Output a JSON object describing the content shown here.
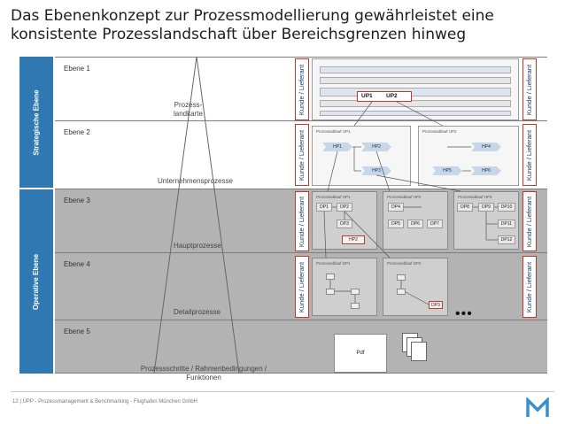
{
  "title": {
    "line1": "Das Ebenenkonzept zur Prozessmodellierung gewährleistet eine",
    "line2": "konsistente Prozesslandschaft über Bereichsgrenzen hinweg"
  },
  "sidebar": {
    "strategic": "Strategische Ebene",
    "operative": "Operative Ebene",
    "color": "#2f78b2"
  },
  "levels": [
    {
      "label": "Ebene 1"
    },
    {
      "label": "Ebene 2"
    },
    {
      "label": "Ebene 3"
    },
    {
      "label": "Ebene 4"
    },
    {
      "label": "Ebene 5"
    }
  ],
  "pyramid_labels": {
    "prozesslandkarte_1": "Prozess-",
    "prozesslandkarte_2": "landkarte",
    "unternehmensprozesse": "Unternehmensprozesse",
    "hauptprozesse": "Hauptprozesse",
    "detailprozesse": "Detailprozesse",
    "prozessschritte_1": "Prozessschritte / Rahmenbedingungen /",
    "prozessschritte_2": "Funktionen"
  },
  "kunde_lieferant": "Kunde / Lieferant",
  "level1": {
    "up1": "UP1",
    "up2": "UP2"
  },
  "level2": {
    "panel1_title": "Prozessablauf UP1",
    "panel2_title": "Prozessablauf UP2",
    "hp1": "HP1",
    "hp2": "HP2",
    "hp3": "HP3",
    "hp4": "HP4",
    "hp5": "HP5",
    "hp6": "HP6"
  },
  "level3": {
    "panel1_title": "Prozessablauf HP1",
    "panel2_title": "Prozessablauf HP2",
    "panel3_title": "Prozessablauf HP3",
    "dp1": "DP1",
    "dp2": "DP2",
    "dp3": "DP3",
    "hp2_ref": "HP2",
    "dp4": "DP4",
    "dp5": "DP5",
    "dp6": "DP6",
    "dp7": "DP7",
    "dp8": "DP8",
    "dp9": "DP9",
    "dp10": "DP10",
    "dp11": "DP11",
    "dp12": "DP12"
  },
  "level4": {
    "panel1_title": "Prozessablauf DP1",
    "panel2_title": "Prozessablauf DP2",
    "dp3_ref": "DP3",
    "more": "•••"
  },
  "level5": {
    "file_label": "Pdf"
  },
  "footer": {
    "text": "12 | ÜPP - Prozessmanagement & Benchmarking - Flughafen München GmbH"
  },
  "colors": {
    "accent_red": "#c03a2b",
    "level_grey": "#b3b3b3",
    "chevron_blue": "#c7d6e8",
    "logo_blue": "#3b8fd0"
  },
  "icons": {
    "logo": "m-logo-icon",
    "documents": "document-stack-icon"
  }
}
